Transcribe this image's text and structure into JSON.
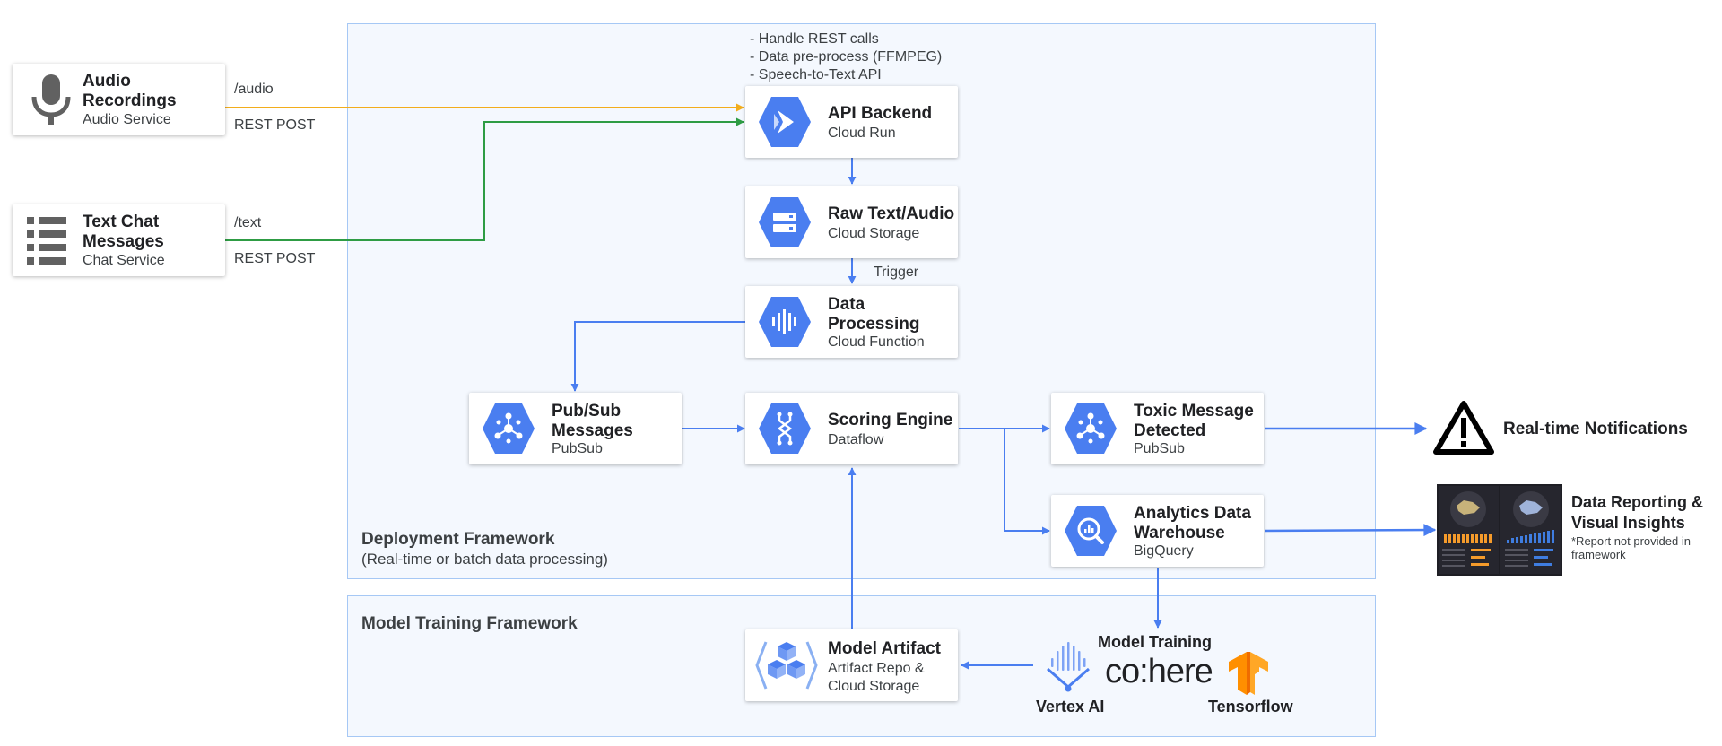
{
  "sources": {
    "audio": {
      "title_line1": "Audio",
      "title_line2": "Recordings",
      "sub": "Audio Service",
      "route": "/audio",
      "method": "REST POST",
      "icon": "microphone-icon"
    },
    "text": {
      "title_line1": "Text Chat",
      "title_line2": "Messages",
      "sub": "Chat Service",
      "route": "/text",
      "method": "REST POST",
      "icon": "list-icon"
    }
  },
  "notes": [
    "-  Handle REST calls",
    "-  Data pre-process (FFMPEG)",
    "-  Speech-to-Text API"
  ],
  "nodes": {
    "api_backend": {
      "title": "API Backend",
      "sub": "Cloud Run",
      "icon": "cloud-run-icon"
    },
    "raw_storage": {
      "title": "Raw Text/Audio",
      "sub": "Cloud Storage",
      "icon": "cloud-storage-icon"
    },
    "trigger": "Trigger",
    "data_processing": {
      "title_line1": "Data",
      "title_line2": "Processing",
      "sub": "Cloud Function",
      "icon": "cloud-function-icon"
    },
    "pubsub_messages": {
      "title_line1": "Pub/Sub",
      "title_line2": "Messages",
      "sub": "PubSub",
      "icon": "pubsub-icon"
    },
    "scoring_engine": {
      "title": "Scoring Engine",
      "sub": "Dataflow",
      "icon": "dataflow-icon"
    },
    "toxic_detected": {
      "title_line1": "Toxic Message",
      "title_line2": "Detected",
      "sub": "PubSub",
      "icon": "pubsub-icon"
    },
    "warehouse": {
      "title_line1": "Analytics Data",
      "title_line2": "Warehouse",
      "sub": "BigQuery",
      "icon": "bigquery-icon"
    },
    "model_artifact": {
      "title": "Model Artifact",
      "sub_line1": "Artifact Repo &",
      "sub_line2": "Cloud Storage",
      "icon": "artifact-registry-icon"
    }
  },
  "frames": {
    "deployment": {
      "title": "Deployment Framework",
      "sub": "(Real-time or batch data processing)"
    },
    "training": {
      "title": "Model Training Framework"
    }
  },
  "outputs": {
    "notifications": {
      "label": "Real-time Notifications",
      "icon": "warning-icon"
    },
    "reporting": {
      "title_line1": "Data Reporting &",
      "title_line2": "Visual Insights",
      "note_line1": "*Report not provided in",
      "note_line2": "framework"
    }
  },
  "model_training": {
    "title": "Model Training",
    "vertex": "Vertex AI",
    "cohere": "co:here",
    "tensorflow": "Tensorflow"
  },
  "colors": {
    "accent": "#4a7ef0",
    "audio_line": "#f2ad1c",
    "text_line": "#2e9c44",
    "frame_fill": "#f4f8fe",
    "frame_border": "#a6c8f5"
  }
}
